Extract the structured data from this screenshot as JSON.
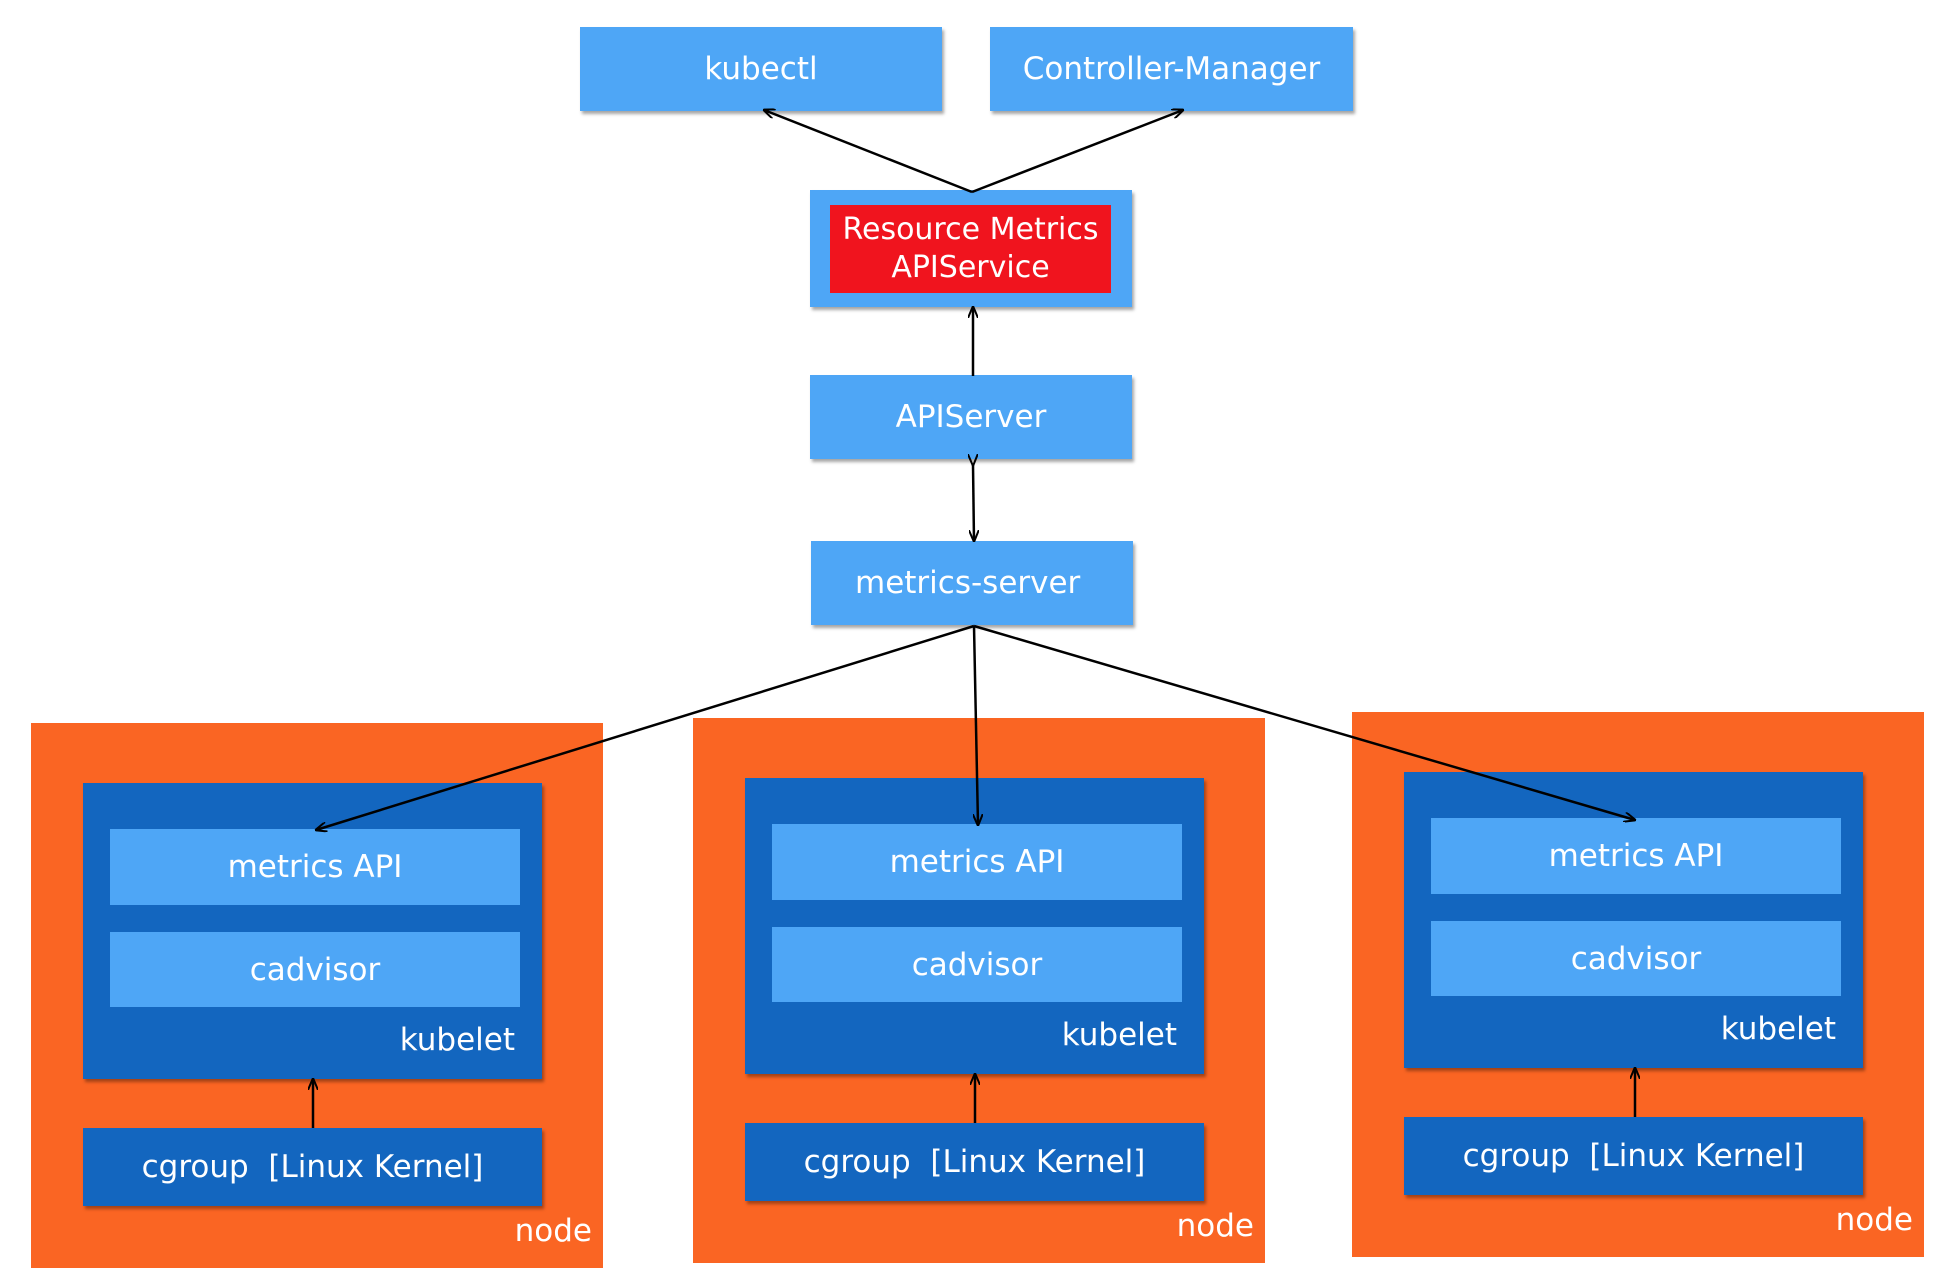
{
  "top": {
    "kubectl": "kubectl",
    "controller_manager": "Controller-Manager"
  },
  "resource_metrics": {
    "label": "Resource Metrics\nAPIService"
  },
  "apiserver": {
    "label": "APIServer"
  },
  "metrics_server": {
    "label": "metrics-server"
  },
  "nodes": [
    {
      "metrics_api": "metrics API",
      "cadvisor": "cadvisor",
      "kubelet": "kubelet",
      "cgroup": "cgroup  [Linux Kernel]",
      "node": "node"
    },
    {
      "metrics_api": "metrics API",
      "cadvisor": "cadvisor",
      "kubelet": "kubelet",
      "cgroup": "cgroup  [Linux Kernel]",
      "node": "node"
    },
    {
      "metrics_api": "metrics API",
      "cadvisor": "cadvisor",
      "kubelet": "kubelet",
      "cgroup": "cgroup  [Linux Kernel]",
      "node": "node"
    }
  ],
  "colors": {
    "light_blue": "#4ea6f6",
    "dark_blue": "#1366bf",
    "red": "#f0141e",
    "orange": "#fa6523"
  }
}
